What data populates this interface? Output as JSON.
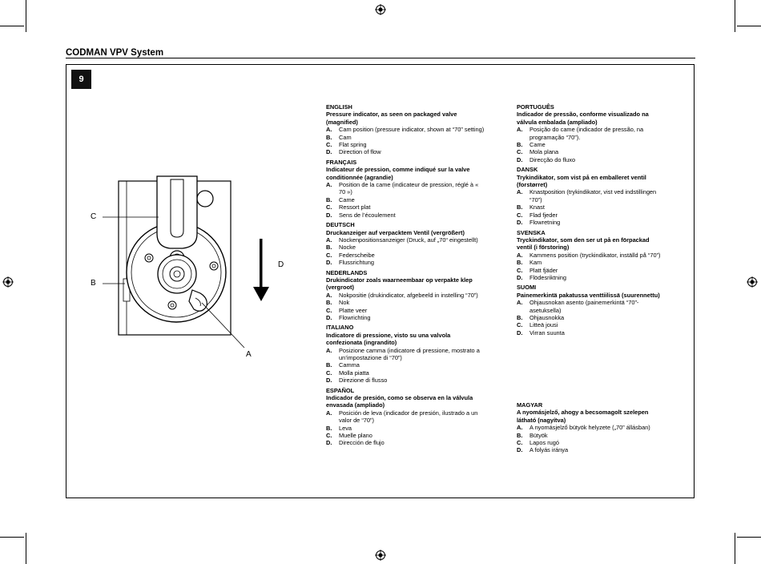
{
  "header": {
    "title": "CODMAN VPV System"
  },
  "page_badge": "9",
  "diagram": {
    "labels": {
      "c": "C",
      "b": "B",
      "d": "D",
      "a": "A"
    }
  },
  "sections": {
    "english": {
      "lang": "ENGLISH",
      "title": "Pressure indicator, as seen on packaged valve (magnified)",
      "items": [
        {
          "k": "A.",
          "v": "Cam position (pressure indicator, shown at “70” setting)"
        },
        {
          "k": "B.",
          "v": "Cam"
        },
        {
          "k": "C.",
          "v": "Flat spring"
        },
        {
          "k": "D.",
          "v": "Direction of flow"
        }
      ]
    },
    "francais": {
      "lang": "FRANÇAIS",
      "title": "Indicateur de pression, comme indiqué sur la valve conditionnée (agrandie)",
      "items": [
        {
          "k": "A.",
          "v": "Position de la came (indicateur de pression, réglé à « 70 »)"
        },
        {
          "k": "B.",
          "v": "Came"
        },
        {
          "k": "C.",
          "v": "Ressort plat"
        },
        {
          "k": "D.",
          "v": "Sens de l’écoulement"
        }
      ]
    },
    "deutsch": {
      "lang": "DEUTSCH",
      "title": "Druckanzeiger auf verpacktem Ventil (vergrößert)",
      "items": [
        {
          "k": "A.",
          "v": "Nockenpositionsanzeiger (Druck, auf „70“ eingestellt)"
        },
        {
          "k": "B.",
          "v": "Nocke"
        },
        {
          "k": "C.",
          "v": "Federscheibe"
        },
        {
          "k": "D.",
          "v": "Flussrichtung"
        }
      ]
    },
    "nederlands": {
      "lang": "NEDERLANDS",
      "title": "Drukindicator zoals waarneembaar op verpakte klep (vergroot)",
      "items": [
        {
          "k": "A.",
          "v": "Nokpositie (drukindicator, afgebeeld in instelling “70”)"
        },
        {
          "k": "B.",
          "v": "Nok"
        },
        {
          "k": "C.",
          "v": "Platte veer"
        },
        {
          "k": "D.",
          "v": "Flowrichting"
        }
      ]
    },
    "italiano": {
      "lang": "ITALIANO",
      "title": "Indicatore di pressione, visto su una valvola confezionata (ingrandito)",
      "items": [
        {
          "k": "A.",
          "v": "Posizione camma (indicatore di pressione, mostrato a un’impostazione di “70”)"
        },
        {
          "k": "B.",
          "v": "Camma"
        },
        {
          "k": "C.",
          "v": "Molla piatta"
        },
        {
          "k": "D.",
          "v": "Direzione di flusso"
        }
      ]
    },
    "espanol": {
      "lang": "ESPAÑOL",
      "title": "Indicador de presión, como se observa en la válvula envasada (ampliado)",
      "items": [
        {
          "k": "A.",
          "v": "Posición de leva (indicador de presión, ilustrado a un valor de “70”)"
        },
        {
          "k": "B.",
          "v": "Leva"
        },
        {
          "k": "C.",
          "v": "Muelle plano"
        },
        {
          "k": "D.",
          "v": "Dirección de flujo"
        }
      ]
    },
    "portugues": {
      "lang": "PORTUGUÊS",
      "title": "Indicador de pressão, conforme visualizado na válvula embalada (ampliado)",
      "items": [
        {
          "k": "A.",
          "v": "Posição do came (indicador de pressão, na programação “70”)."
        },
        {
          "k": "B.",
          "v": "Came"
        },
        {
          "k": "C.",
          "v": "Mola plana"
        },
        {
          "k": "D.",
          "v": "Direcção do fluxo"
        }
      ]
    },
    "dansk": {
      "lang": "DANSK",
      "title": "Trykindikator, som vist på en emballeret ventil (forstørret)",
      "items": [
        {
          "k": "A.",
          "v": "Knastposition (trykindikator, vist ved indstillingen “70”)"
        },
        {
          "k": "B.",
          "v": "Knast"
        },
        {
          "k": "C.",
          "v": "Flad fjeder"
        },
        {
          "k": "D.",
          "v": "Flowretning"
        }
      ]
    },
    "svenska": {
      "lang": "SVENSKA",
      "title": "Tryckindikator, som den ser ut på en förpackad ventil (i förstoring)",
      "items": [
        {
          "k": "A.",
          "v": "Kammens position (tryckindikator, inställd på “70”)"
        },
        {
          "k": "B.",
          "v": "Kam"
        },
        {
          "k": "C.",
          "v": "Platt fjäder"
        },
        {
          "k": "D.",
          "v": "Flödesriktning"
        }
      ]
    },
    "suomi": {
      "lang": "SUOMI",
      "title": "Painemerkintä pakatussa venttiilissä (suurennettu)",
      "items": [
        {
          "k": "A.",
          "v": "Ohjausnokan asento (painemerkintä “70”-asetuksella)"
        },
        {
          "k": "B.",
          "v": "Ohjausnokka"
        },
        {
          "k": "C.",
          "v": "Litteä jousi"
        },
        {
          "k": "D.",
          "v": "Virran suunta"
        }
      ]
    },
    "magyar": {
      "lang": "MAGYAR",
      "title": "A nyomásjelző, ahogy a becsomagolt szelepen látható (nagyítva)",
      "items": [
        {
          "k": "A.",
          "v": "A nyomásjelző bütyök helyzete („70” állásban)"
        },
        {
          "k": "B.",
          "v": "Bütyök"
        },
        {
          "k": "C.",
          "v": "Lapos rugó"
        },
        {
          "k": "D.",
          "v": "A folyás iránya"
        }
      ]
    }
  }
}
